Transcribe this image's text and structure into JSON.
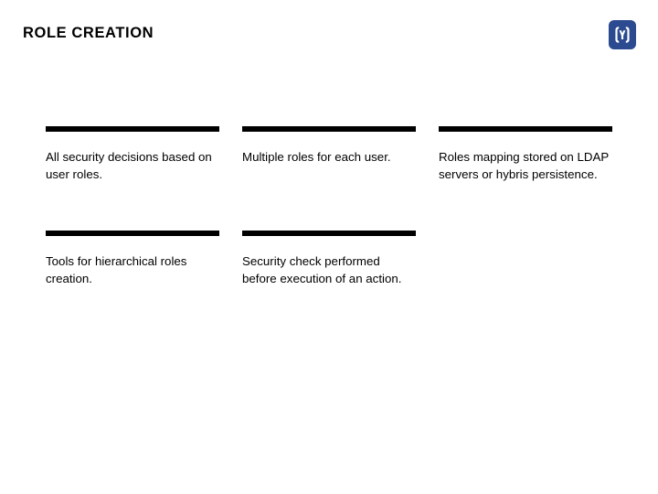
{
  "slide": {
    "title": "ROLE CREATION",
    "logo": {
      "name": "hybris-logo",
      "glyph": "(Y)",
      "color": "#2b4a8f",
      "mark_color": "#ffffff"
    },
    "accent_rule_color": "#000000",
    "background_color": "#ffffff",
    "text_color": "#000000"
  },
  "cards": [
    {
      "id": "card-security-decisions",
      "text": "All security decisions based on user roles.",
      "row": 1,
      "column": 1
    },
    {
      "id": "card-multiple-roles",
      "text": "Multiple roles for each user.",
      "row": 1,
      "column": 2
    },
    {
      "id": "card-roles-mapping",
      "text": "Roles mapping stored on LDAP servers or hybris persistence.",
      "row": 1,
      "column": 3
    },
    {
      "id": "card-hierarchical-tools",
      "text": "Tools for hierarchical roles creation.",
      "row": 2,
      "column": 1
    },
    {
      "id": "card-security-check",
      "text": "Security check performed before execution of an action.",
      "row": 2,
      "column": 2
    }
  ]
}
